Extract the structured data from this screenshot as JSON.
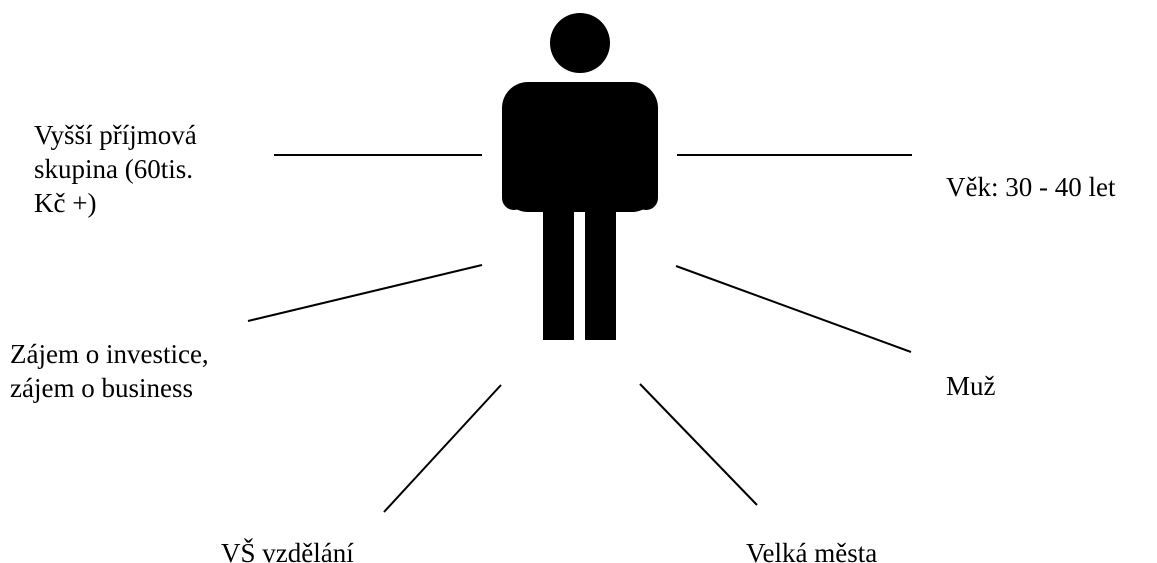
{
  "icon": "person-icon",
  "colors": {
    "foreground": "#000000",
    "background": "#ffffff"
  },
  "labels": {
    "income": {
      "line1": "Vyšší příjmová",
      "line2": "skupina (60tis.",
      "line3": "Kč +)"
    },
    "age": "Věk: 30 - 40 let",
    "interest": {
      "line1": "Zájem o investice,",
      "line2": "zájem o business"
    },
    "gender": "Muž",
    "education": "VŠ vzdělání",
    "cities": "Velká města"
  }
}
